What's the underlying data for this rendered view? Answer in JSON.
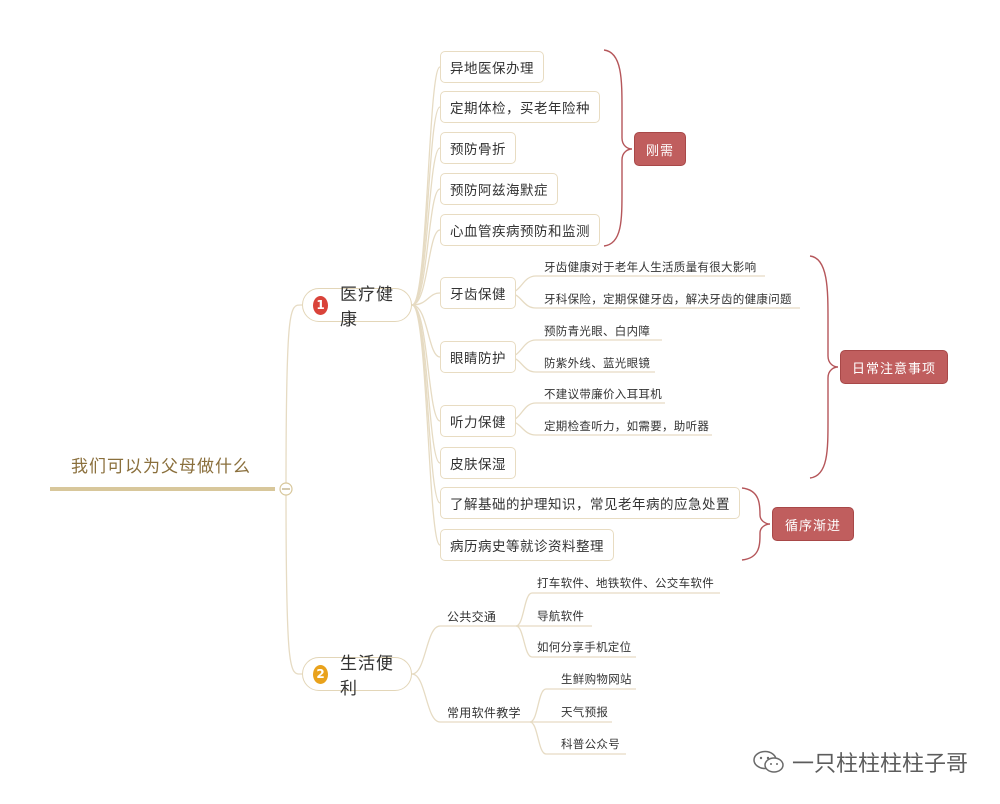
{
  "root": "我们可以为父母做什么",
  "categories": [
    {
      "num": "1",
      "label": "医疗健康",
      "color": "#d9433a"
    },
    {
      "num": "2",
      "label": "生活便利",
      "color": "#e9a21c"
    }
  ],
  "medical": {
    "rigid": [
      "异地医保办理",
      "定期体检，买老年险种",
      "预防骨折",
      "预防阿兹海默症",
      "心血管疾病预防和监测"
    ],
    "daily": [
      {
        "label": "牙齿保健",
        "details": [
          "牙齿健康对于老年人生活质量有很大影响",
          "牙科保险，定期保健牙齿，解决牙齿的健康问题"
        ]
      },
      {
        "label": "眼睛防护",
        "details": [
          "预防青光眼、白内障",
          "防紫外线、蓝光眼镜"
        ]
      },
      {
        "label": "听力保健",
        "details": [
          "不建议带廉价入耳耳机",
          "定期检查听力，如需要，助听器"
        ]
      },
      {
        "label": "皮肤保湿",
        "details": []
      }
    ],
    "gradual": [
      "了解基础的护理知识，常见老年病的应急处置",
      "病历病史等就诊资料整理"
    ]
  },
  "tags": {
    "rigid": "刚需",
    "daily": "日常注意事项",
    "gradual": "循序渐进"
  },
  "life": [
    {
      "label": "公共交通",
      "details": [
        "打车软件、地铁软件、公交车软件",
        "导航软件",
        "如何分享手机定位"
      ]
    },
    {
      "label": "常用软件教学",
      "details": [
        "生鲜购物网站",
        "天气预报",
        "科普公众号"
      ]
    }
  ],
  "watermark": "一只柱柱柱柱子哥",
  "colors": {
    "line": "#e6dbc3",
    "bracket": "#b5565a",
    "tag": "#c05e5e",
    "root_line": "#d8c79b"
  }
}
